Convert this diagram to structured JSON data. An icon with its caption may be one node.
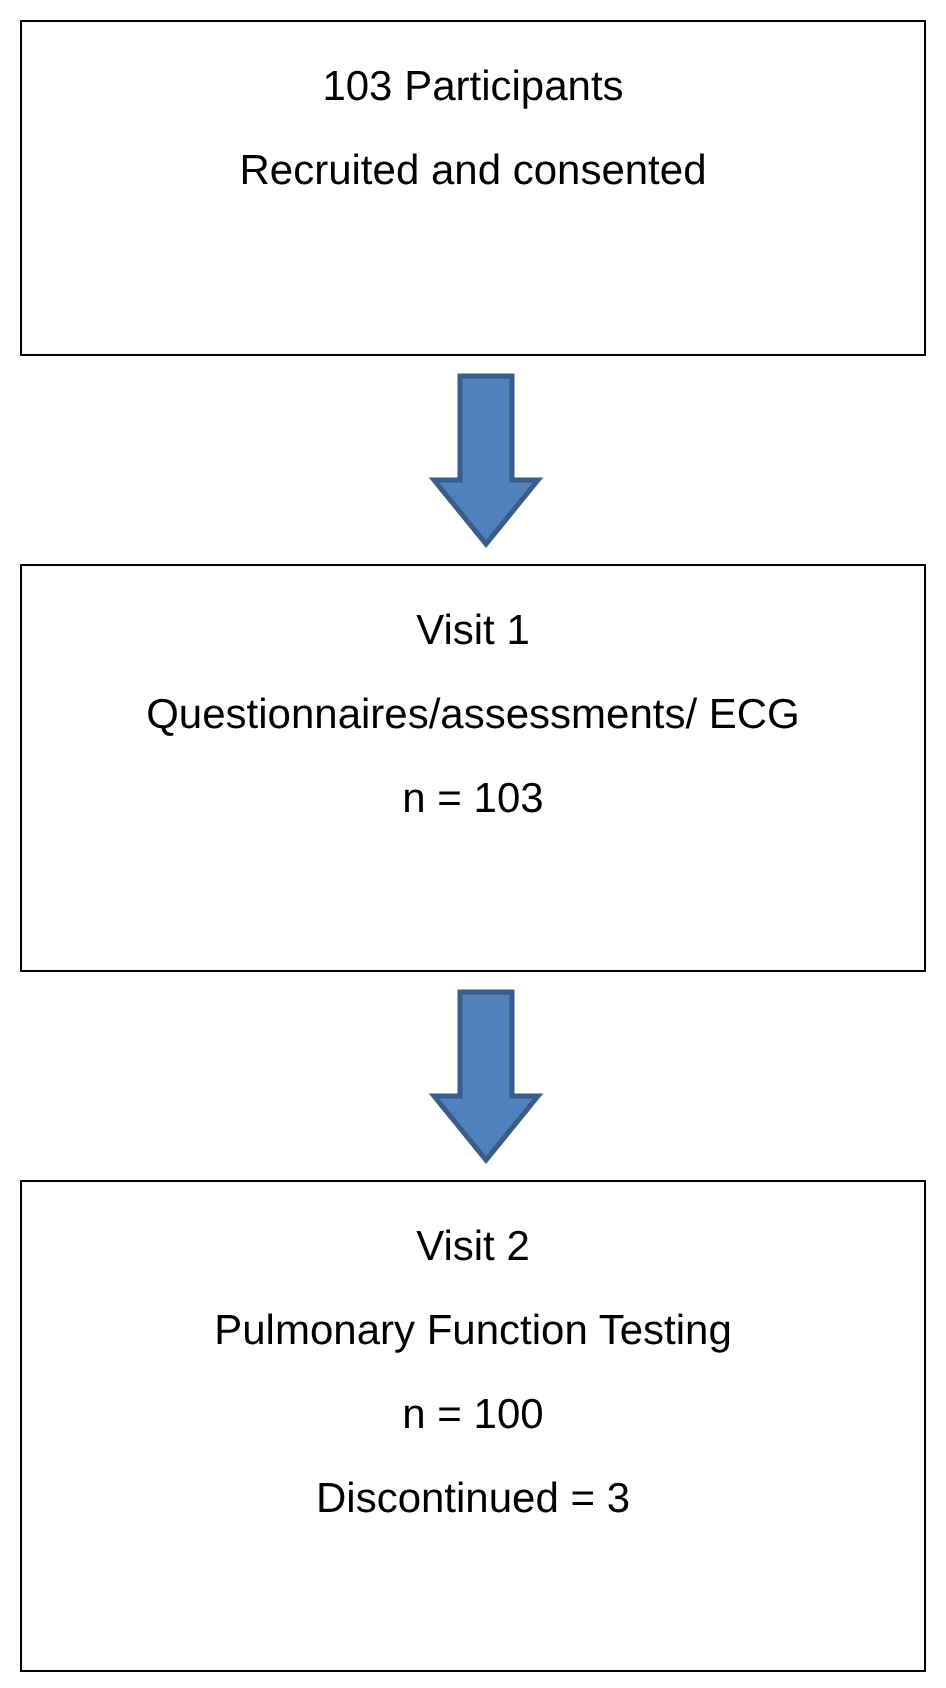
{
  "diagram": {
    "nodes": [
      {
        "text": [
          "103 Participants",
          "Recruited and consented"
        ]
      },
      {
        "text": [
          "Visit 1",
          "Questionnaires/assessments/ ECG",
          "n = 103"
        ]
      },
      {
        "text": [
          "Visit 2",
          "Pulmonary Function Testing",
          "n = 100",
          "Discontinued = 3"
        ]
      }
    ],
    "edges": [
      {
        "from": 0,
        "to": 1,
        "arrow": "to"
      },
      {
        "from": 1,
        "to": 2,
        "arrow": "to"
      }
    ]
  }
}
